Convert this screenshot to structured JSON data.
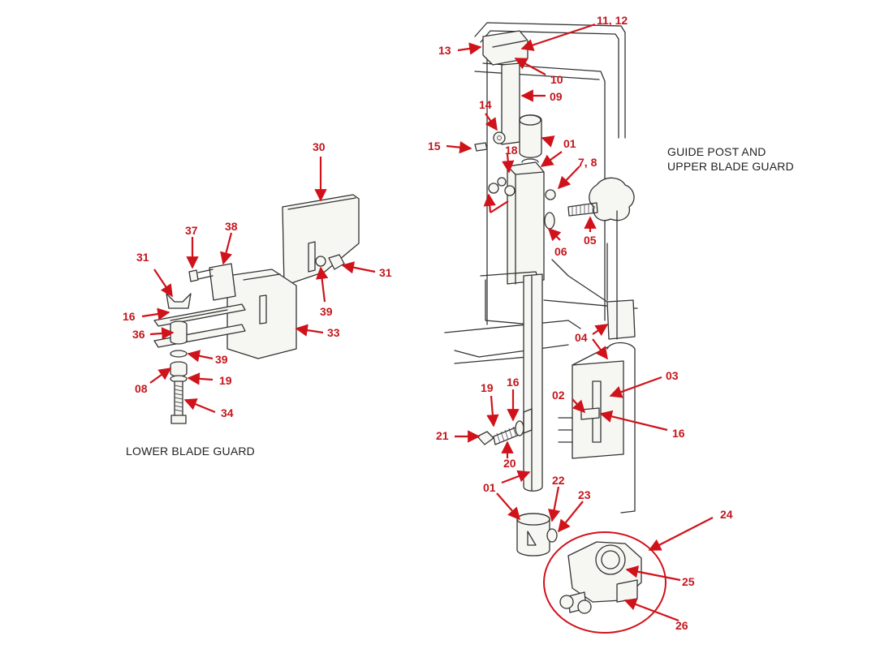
{
  "section_titles": {
    "upper_line1": "GUIDE POST AND",
    "upper_line2": "UPPER BLADE GUARD",
    "lower": "LOWER BLADE GUARD"
  },
  "part_labels": {
    "p11_12": "11, 12",
    "p13": "13",
    "p10": "10",
    "p09": "09",
    "p14": "14",
    "p15": "15",
    "p18": "18",
    "p01_top": "01",
    "p07_8": "7, 8",
    "p05": "05",
    "p06": "06",
    "p04": "04",
    "p03": "03",
    "p02": "02",
    "p16_right": "16",
    "p19_mid": "19",
    "p16_mid": "16",
    "p21": "21",
    "p20": "20",
    "p01_bottom": "01",
    "p22": "22",
    "p23": "23",
    "p24": "24",
    "p25": "25",
    "p26": "26",
    "p30": "30",
    "p37": "37",
    "p38": "38",
    "p31_left": "31",
    "p31_right": "31",
    "p16_left": "16",
    "p36": "36",
    "p39_right": "39",
    "p33": "33",
    "p39_left": "39",
    "p08": "08",
    "p19_left": "19",
    "p34": "34"
  },
  "colors": {
    "label": "#c4161c",
    "arrow": "#d0121a",
    "lineart": "#333333",
    "callout_circle": "#d0121a"
  }
}
